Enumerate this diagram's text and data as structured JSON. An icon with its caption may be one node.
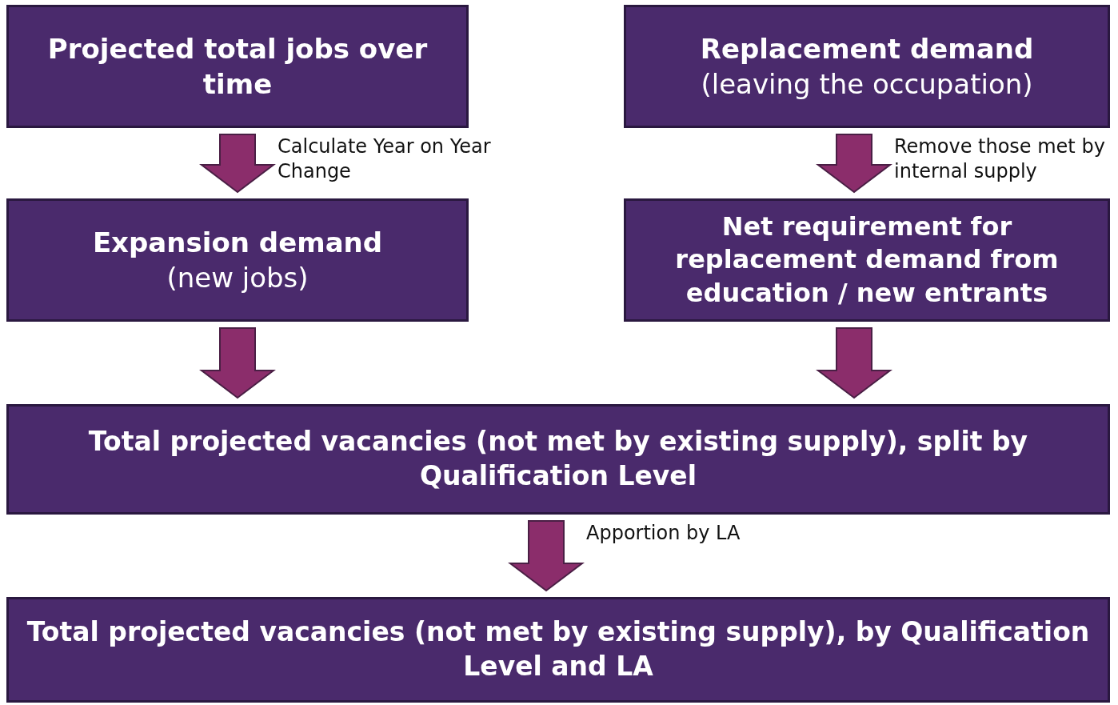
{
  "diagram": {
    "nodes": [
      {
        "text": [
          "Projected total jobs over time"
        ]
      },
      {
        "text": [
          "Replacement demand",
          "(leaving the occupation)"
        ]
      },
      {
        "text": [
          "Expansion demand",
          "(new jobs)"
        ]
      },
      {
        "text": [
          "Net requirement for replacement demand from education / new entrants"
        ]
      },
      {
        "text": [
          "Total projected vacancies (not met by existing supply), split by Qualification Level"
        ]
      },
      {
        "text": [
          "Total projected vacancies (not met by existing supply), by Qualification Level and LA"
        ]
      }
    ],
    "edges": [
      {
        "from": 0,
        "to": 2,
        "arrow": "to",
        "label": "Calculate Year on Year Change"
      },
      {
        "from": 1,
        "to": 3,
        "arrow": "to",
        "label": "Remove those met by internal supply"
      },
      {
        "from": 2,
        "to": 4,
        "arrow": "to"
      },
      {
        "from": 3,
        "to": 4,
        "arrow": "to"
      },
      {
        "from": 4,
        "to": 5,
        "arrow": "to",
        "label": "Apportion by LA"
      }
    ]
  }
}
